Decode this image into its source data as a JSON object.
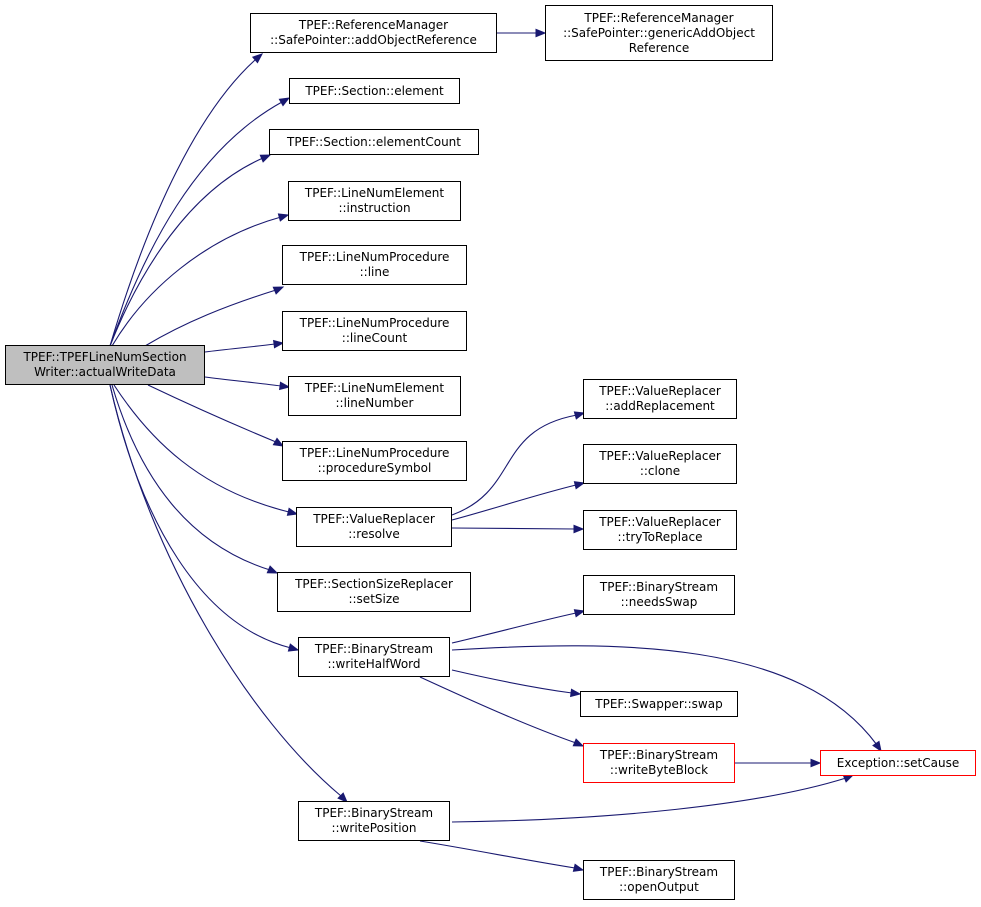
{
  "nodes": {
    "root": {
      "lines": [
        "TPEF::TPEFLineNumSection",
        "Writer::actualWriteData"
      ]
    },
    "addObjRef": {
      "lines": [
        "TPEF::ReferenceManager",
        "::SafePointer::addObjectReference"
      ]
    },
    "genericAdd": {
      "lines": [
        "TPEF::ReferenceManager",
        "::SafePointer::genericAddObject",
        "Reference"
      ]
    },
    "element": {
      "lines": [
        "TPEF::Section::element"
      ]
    },
    "elementCount": {
      "lines": [
        "TPEF::Section::elementCount"
      ]
    },
    "instruction": {
      "lines": [
        "TPEF::LineNumElement",
        "::instruction"
      ]
    },
    "line": {
      "lines": [
        "TPEF::LineNumProcedure",
        "::line"
      ]
    },
    "lineCount": {
      "lines": [
        "TPEF::LineNumProcedure",
        "::lineCount"
      ]
    },
    "lineNumber": {
      "lines": [
        "TPEF::LineNumElement",
        "::lineNumber"
      ]
    },
    "procSymbol": {
      "lines": [
        "TPEF::LineNumProcedure",
        "::procedureSymbol"
      ]
    },
    "resolve": {
      "lines": [
        "TPEF::ValueReplacer",
        "::resolve"
      ]
    },
    "setSize": {
      "lines": [
        "TPEF::SectionSizeReplacer",
        "::setSize"
      ]
    },
    "writeHalf": {
      "lines": [
        "TPEF::BinaryStream",
        "::writeHalfWord"
      ]
    },
    "writePos": {
      "lines": [
        "TPEF::BinaryStream",
        "::writePosition"
      ]
    },
    "addRepl": {
      "lines": [
        "TPEF::ValueReplacer",
        "::addReplacement"
      ]
    },
    "clone": {
      "lines": [
        "TPEF::ValueReplacer",
        "::clone"
      ]
    },
    "tryRepl": {
      "lines": [
        "TPEF::ValueReplacer",
        "::tryToReplace"
      ]
    },
    "needsSwap": {
      "lines": [
        "TPEF::BinaryStream",
        "::needsSwap"
      ]
    },
    "swap": {
      "lines": [
        "TPEF::Swapper::swap"
      ]
    },
    "writeByte": {
      "lines": [
        "TPEF::BinaryStream",
        "::writeByteBlock"
      ]
    },
    "setCause": {
      "lines": [
        "Exception::setCause"
      ]
    },
    "openOutput": {
      "lines": [
        "TPEF::BinaryStream",
        "::openOutput"
      ]
    }
  },
  "colors": {
    "edge": "#191970",
    "root_fill": "#bfbfbf",
    "truncated_border": "#ff0000",
    "node_border": "#000000"
  }
}
